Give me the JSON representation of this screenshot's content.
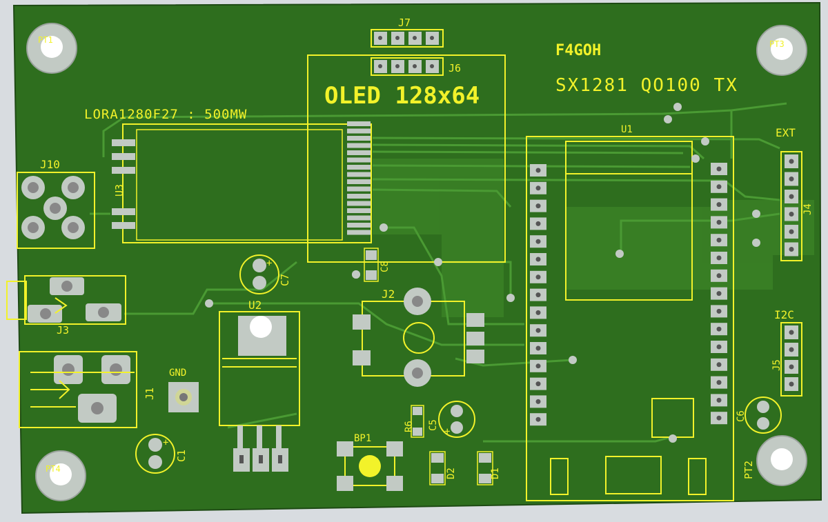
{
  "board": {
    "title": "F4GOH",
    "subtitle": "SX1281 QO100 TX",
    "module_note": "LORA1280F27 : 500MW",
    "colors": {
      "board": "#2e6e1e",
      "copper": "#3f8a2a",
      "trace": "#468f30",
      "silk": "#f2f22a",
      "pad": "#c2cac4",
      "background": "#d8dce0"
    }
  },
  "labels": {
    "j7": "J7",
    "j6": "J6",
    "oled": "OLED 128x64",
    "u1": "U1",
    "ext": "EXT",
    "j4": "J4",
    "i2c": "I2C",
    "j5": "J5",
    "c6": "C6",
    "pt2": "PT2",
    "j10": "J10",
    "u3": "U3",
    "c7": "C7",
    "c8": "C8",
    "u2": "U2",
    "j2": "J2",
    "j3": "J3",
    "j1": "J1",
    "gnd": "GND",
    "c1": "C1",
    "bp1": "BP1",
    "r6": "R6",
    "c5": "C5",
    "d2": "D2",
    "d1": "D1",
    "pt1": "PT1",
    "pt3": "PT3",
    "pt4": "PT4"
  }
}
